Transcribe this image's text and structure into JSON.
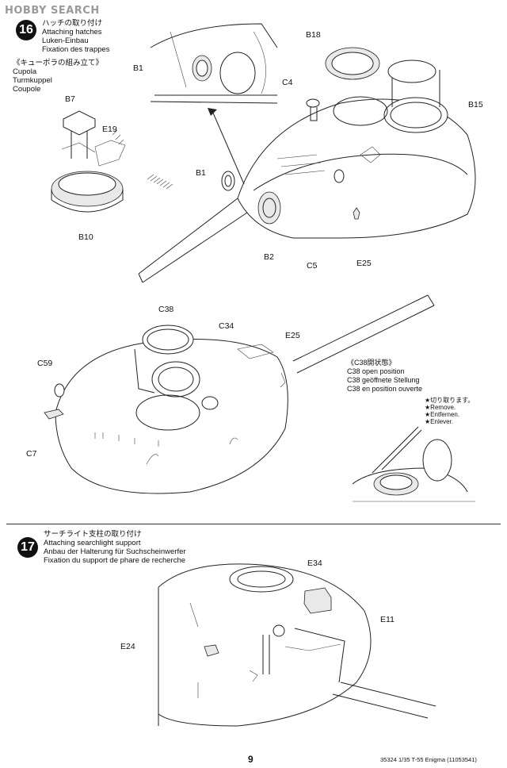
{
  "watermark": "HOBBY SEARCH",
  "step16": {
    "number": "16",
    "title_jp": "ハッチの取り付け",
    "title_en": "Attaching hatches",
    "title_de": "Luken-Einbau",
    "title_fr": "Fixation des trappes",
    "sub_jp": "《キューポラの組み立て》",
    "sub_en": "Cupola",
    "sub_de": "Turmkuppel",
    "sub_fr": "Coupole",
    "labels": {
      "B1_top": "B1",
      "B18": "B18",
      "C4": "C4",
      "B15": "B15",
      "B7": "B7",
      "E19": "E19",
      "B10": "B10",
      "B1_mid": "B1",
      "B2": "B2",
      "C5": "C5",
      "E25_top": "E25",
      "C38": "C38",
      "C34": "C34",
      "E25_bottom": "E25",
      "C59": "C59",
      "C7": "C7"
    },
    "note_jp": "《C38開状態》",
    "note_en": "C38 open position",
    "note_de": "C38 geöffnete Stellung",
    "note_fr": "C38 en position ouverte",
    "cut_jp": "★切り取ります。",
    "cut_en": "★Remove.",
    "cut_de": "★Entfernen.",
    "cut_fr": "★Enlever."
  },
  "step17": {
    "number": "17",
    "title_jp": "サーチライト支柱の取り付け",
    "title_en": "Attaching searchlight support",
    "title_de": "Anbau der Halterung für Suchscheinwerfer",
    "title_fr": "Fixation du support de phare de recherche",
    "labels": {
      "E34": "E34",
      "E11": "E11",
      "E24": "E24"
    }
  },
  "footer": {
    "page": "9",
    "code": "35324  1/35 T-55 Enigma (11053541)"
  }
}
